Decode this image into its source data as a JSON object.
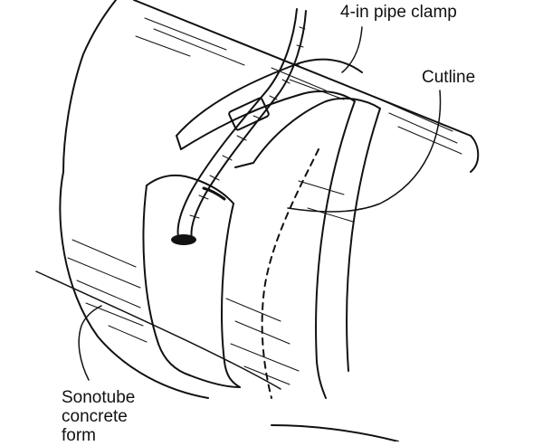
{
  "labels": {
    "pipe_clamp": "4-in  pipe clamp",
    "cutline": "Cutline",
    "sonotube_line1": "Sonotube",
    "sonotube_line2": "concrete",
    "sonotube_line3": "form"
  },
  "colors": {
    "ink": "#111111",
    "paper": "#ffffff"
  }
}
